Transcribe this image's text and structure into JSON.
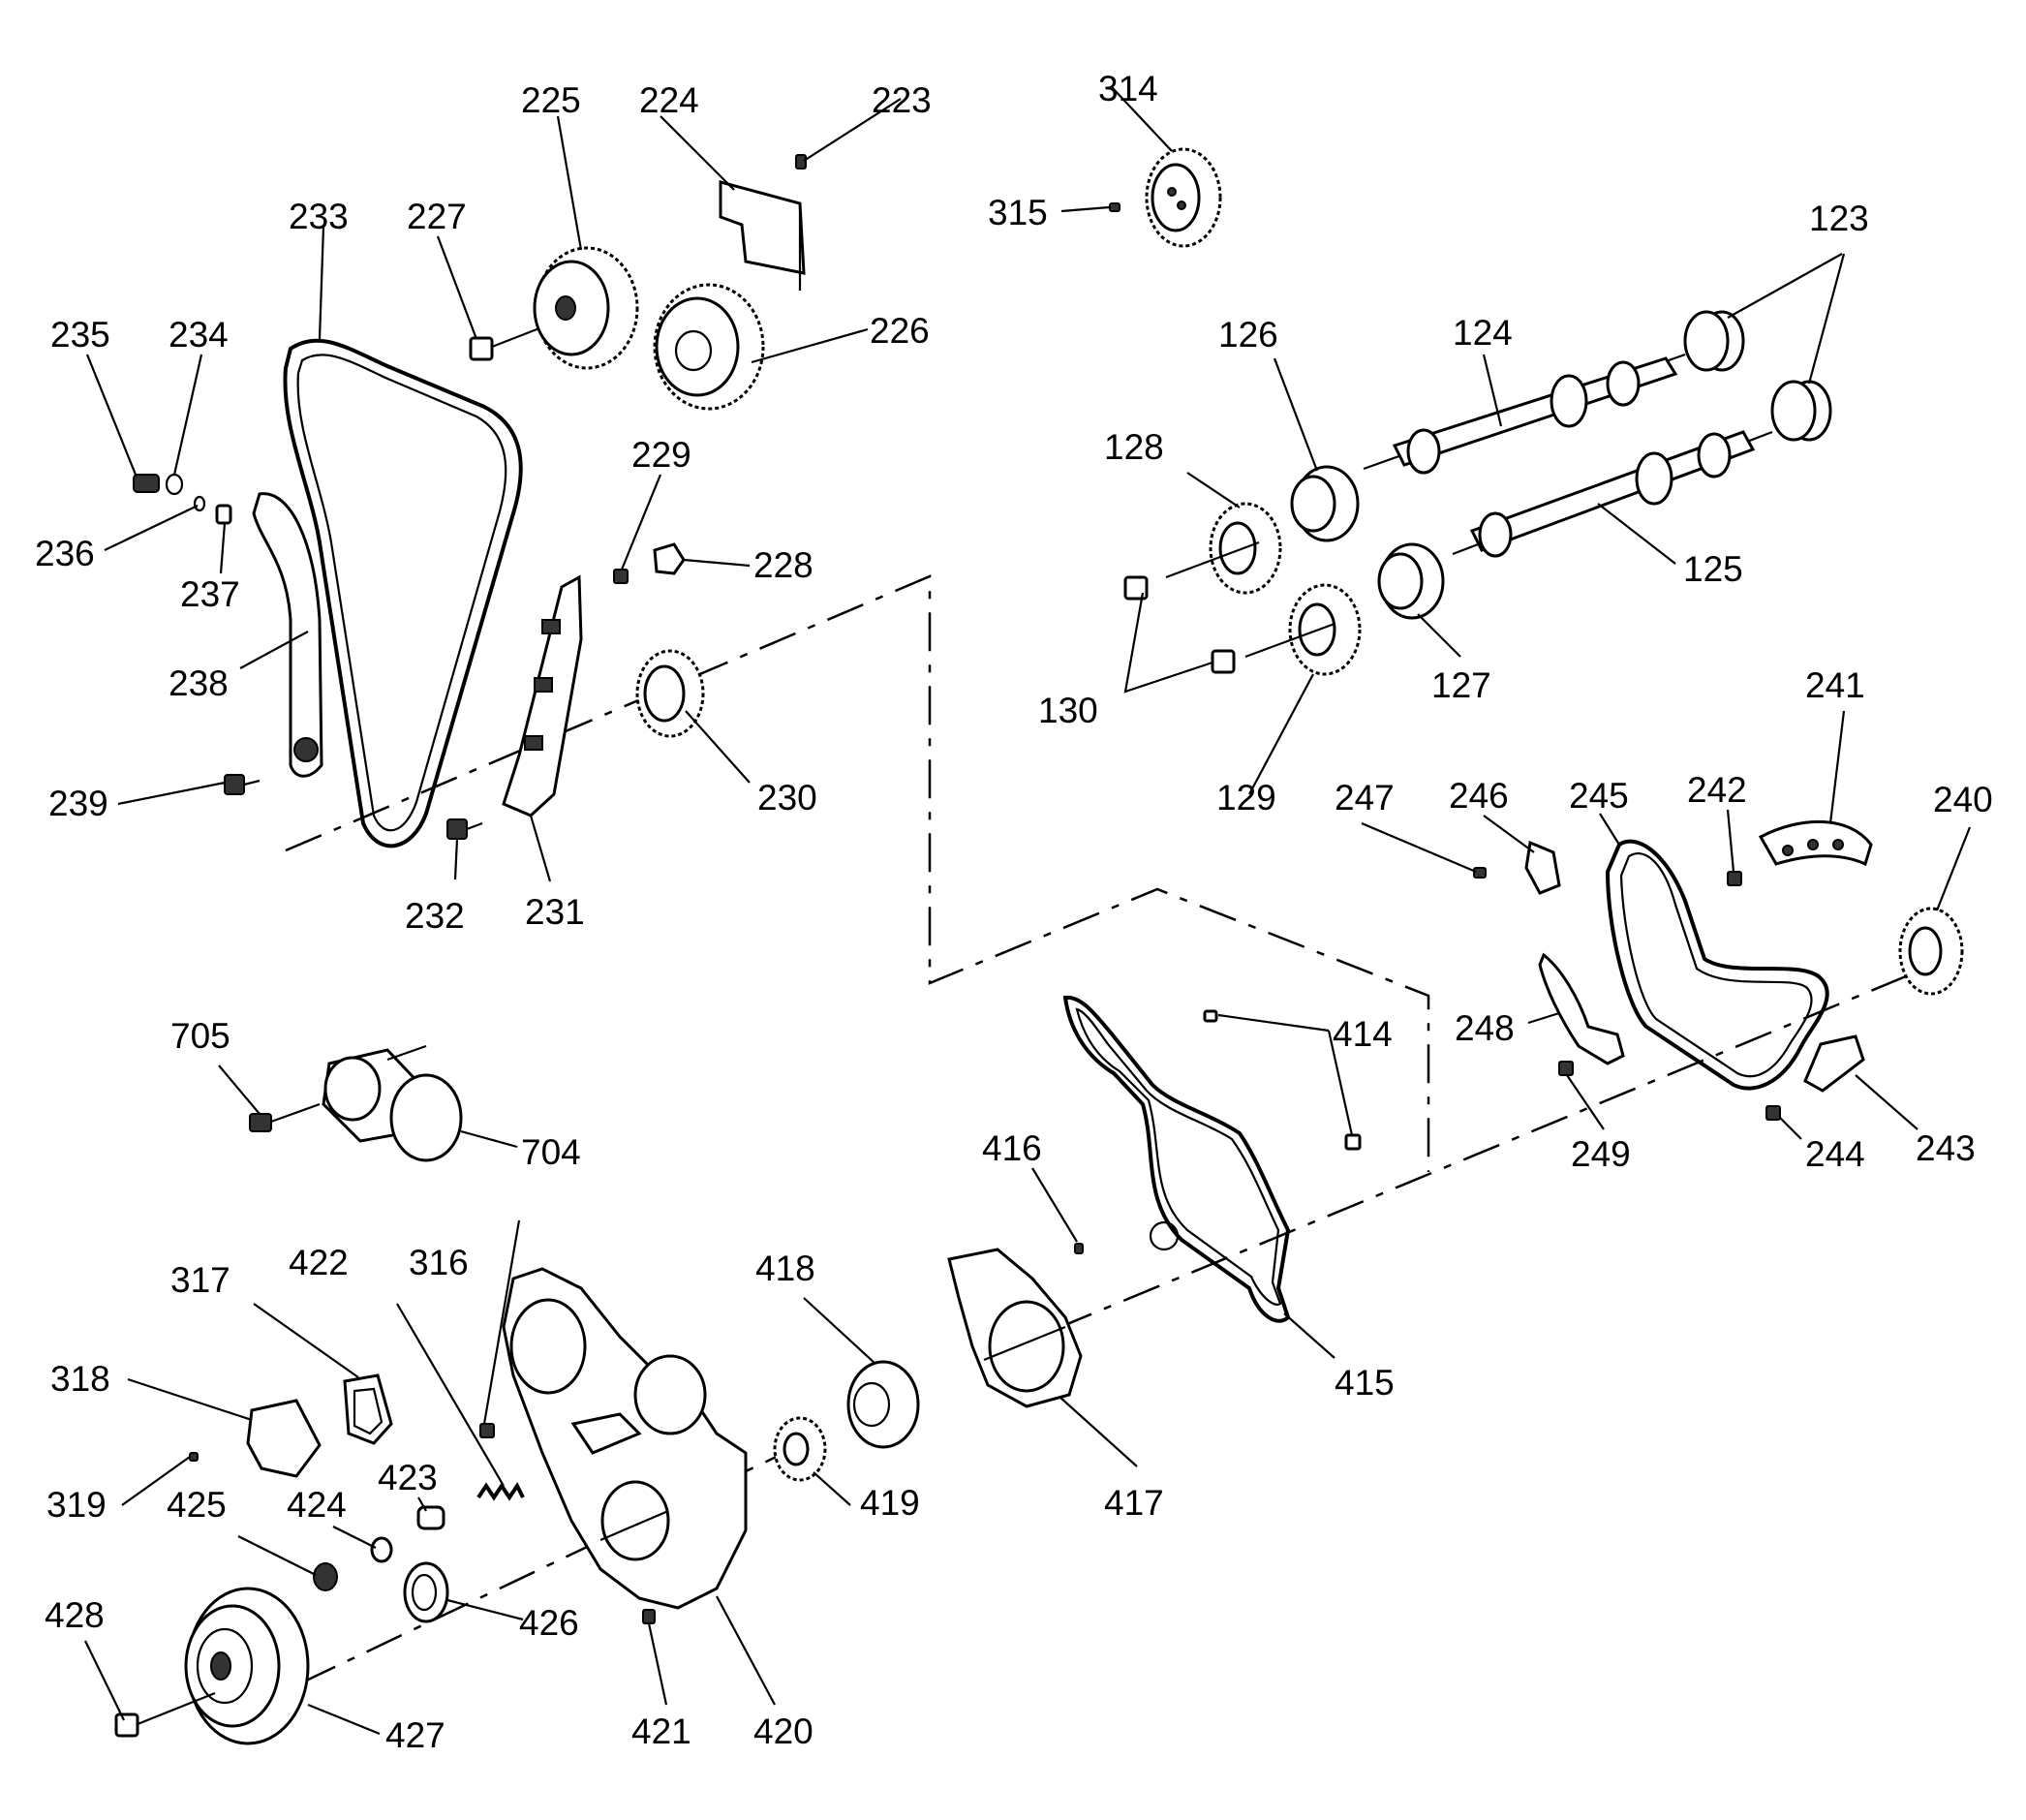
{
  "callouts": {
    "c123": "123",
    "c124": "124",
    "c125": "125",
    "c126": "126",
    "c127": "127",
    "c128": "128",
    "c129": "129",
    "c130": "130",
    "c223": "223",
    "c224": "224",
    "c225": "225",
    "c226": "226",
    "c227": "227",
    "c228": "228",
    "c229": "229",
    "c230": "230",
    "c231": "231",
    "c232": "232",
    "c233": "233",
    "c234": "234",
    "c235": "235",
    "c236": "236",
    "c237": "237",
    "c238": "238",
    "c239": "239",
    "c240": "240",
    "c241": "241",
    "c242": "242",
    "c243": "243",
    "c244": "244",
    "c245": "245",
    "c246": "246",
    "c247": "247",
    "c248": "248",
    "c249": "249",
    "c314": "314",
    "c315": "315",
    "c316": "316",
    "c317": "317",
    "c318": "318",
    "c319": "319",
    "c414": "414",
    "c415": "415",
    "c416": "416",
    "c417": "417",
    "c418": "418",
    "c419": "419",
    "c420": "420",
    "c421": "421",
    "c422": "422",
    "c423": "423",
    "c424": "424",
    "c425": "425",
    "c426": "426",
    "c427": "427",
    "c428": "428",
    "c704": "704",
    "c705": "705"
  }
}
